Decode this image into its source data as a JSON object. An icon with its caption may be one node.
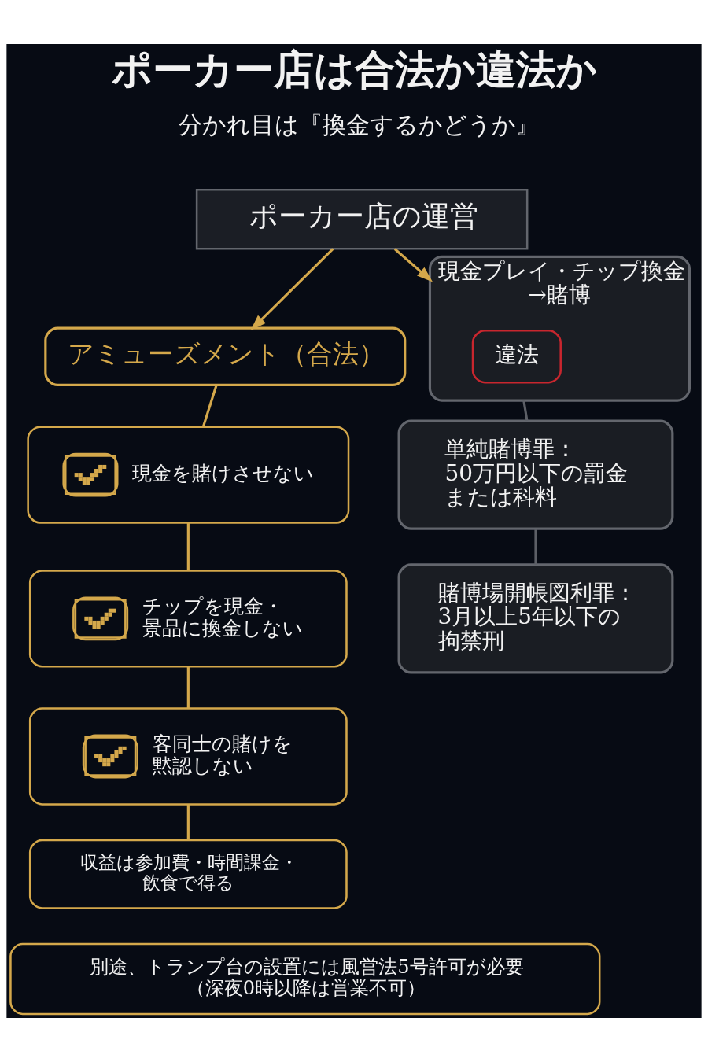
{
  "diagram": {
    "title": "ポーカー店は合法か違法か",
    "nodes": [
      {
        "text": [
          "ポーカー店の運営"
        ]
      },
      {
        "text": [
          "アミューズメント（合法）"
        ]
      },
      {
        "text": [
          "現金を賭けさせない"
        ]
      },
      {
        "text": [
          "チップを現金・景品に換金しない"
        ]
      },
      {
        "text": [
          "客同士の賭けを黙認しない"
        ]
      },
      {
        "text": [
          "収益は参加費・時間課金・飲食で得る"
        ]
      },
      {
        "text": [
          "現金プレイ・チップ換金→賭博"
        ]
      },
      {
        "text": [
          "違法"
        ],
        "in": 6
      },
      {
        "text": [
          "単純賭博罪：",
          "50万円以下の罰金または科料"
        ]
      },
      {
        "text": [
          "賭博場開帳図利罪：",
          "3月以上5年以下の拘禁刑"
        ]
      },
      {
        "text": [
          "別途、トランプ台の設置には風営法5号許可が必要（深夜0時以降は営業不可）"
        ]
      }
    ],
    "edges": [
      {
        "from": 0,
        "to": 1,
        "arrow": "to"
      },
      {
        "from": 0,
        "to": 6,
        "arrow": "to"
      },
      {
        "from": 1,
        "to": 2,
        "arrow": "none"
      },
      {
        "from": 2,
        "to": 3,
        "arrow": "none"
      },
      {
        "from": 3,
        "to": 4,
        "arrow": "none"
      },
      {
        "from": 4,
        "to": 5,
        "arrow": "none"
      },
      {
        "from": 6,
        "to": 8,
        "arrow": "none",
        "color": "#5c5f66"
      },
      {
        "from": 8,
        "to": 9,
        "arrow": "none",
        "color": "#5c5f66"
      }
    ],
    "labels": [
      "分かれ目は『換金するかどうか』"
    ]
  }
}
